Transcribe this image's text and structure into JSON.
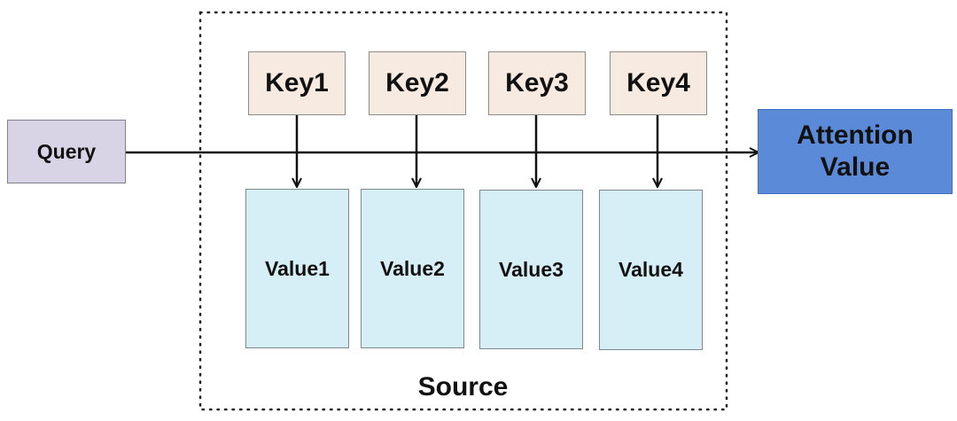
{
  "source": {
    "label": "Source"
  },
  "query": {
    "label": "Query"
  },
  "attention": {
    "label": "Attention Value"
  },
  "keys": [
    {
      "label": "Key1"
    },
    {
      "label": "Key2"
    },
    {
      "label": "Key3"
    },
    {
      "label": "Key4"
    }
  ],
  "values": [
    {
      "label": "Value1"
    },
    {
      "label": "Value2"
    },
    {
      "label": "Value3"
    },
    {
      "label": "Value4"
    }
  ]
}
